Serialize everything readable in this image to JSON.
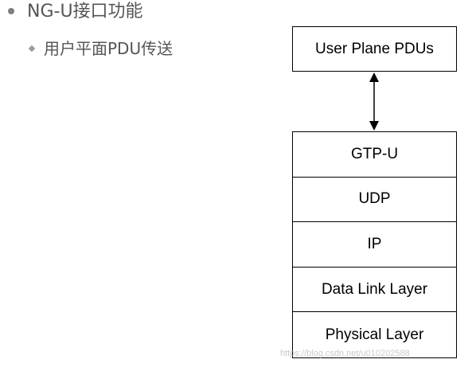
{
  "outline": {
    "heading": "NG-U接口功能",
    "subitem": "用户平面PDU传送"
  },
  "diagram": {
    "top_box_label": "User Plane PDUs",
    "layers": [
      "GTP-U",
      "UDP",
      "IP",
      "Data Link Layer",
      "Physical Layer"
    ]
  },
  "watermark": "https://blog.csdn.net/u010202588"
}
